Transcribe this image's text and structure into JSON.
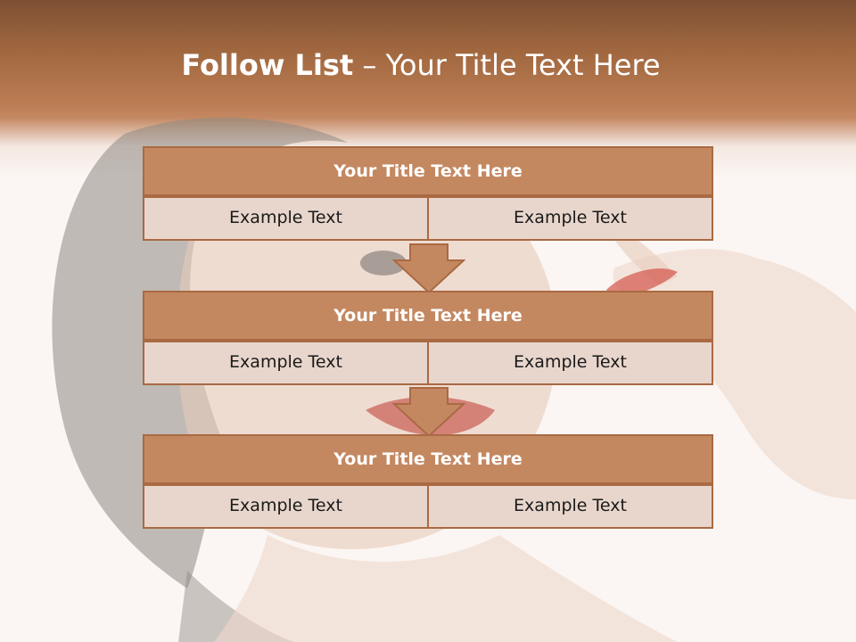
{
  "slide": {
    "title_bold": "Follow List",
    "title_rest": " – Your Title Text Here"
  },
  "blocks": [
    {
      "title": "Your Title Text Here",
      "left": "Example Text",
      "right": "Example Text"
    },
    {
      "title": "Your Title Text Here",
      "left": "Example Text",
      "right": "Example Text"
    },
    {
      "title": "Your Title Text Here",
      "left": "Example Text",
      "right": "Example Text"
    }
  ],
  "colors": {
    "header_brown": "#a0673f",
    "title_fill": "#c48861",
    "cell_fill": "#e8d6cc",
    "border": "#a96a43"
  }
}
